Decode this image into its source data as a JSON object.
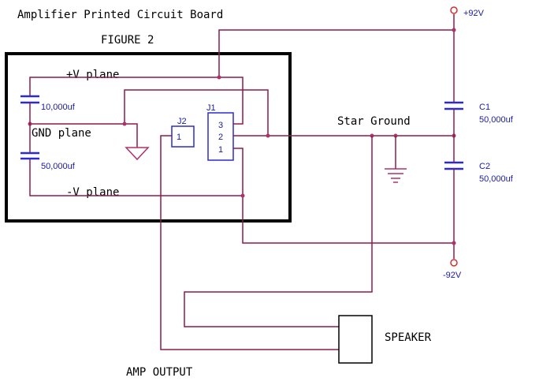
{
  "title": "Amplifier Printed Circuit Board",
  "figure": "FIGURE 2",
  "planes": {
    "pos": "+V plane",
    "gnd": "GND plane",
    "neg": "-V plane"
  },
  "board_caps": {
    "top_value": "10,000uf",
    "bottom_value": "50,000uf"
  },
  "connectors": {
    "j2": {
      "ref": "J2",
      "pins": [
        "1"
      ]
    },
    "j1": {
      "ref": "J1",
      "pins": [
        "3",
        "2",
        "1"
      ]
    }
  },
  "star_ground": "Star Ground",
  "supply": {
    "pos_label": "+92V",
    "neg_label": "-92V",
    "c1": {
      "ref": "C1",
      "value": "50,000uf"
    },
    "c2": {
      "ref": "C2",
      "value": "50,000uf"
    }
  },
  "speaker": "SPEAKER",
  "amp_output": "AMP OUTPUT",
  "colors": {
    "wire": "#8e1a4a",
    "component": "#2b2bd0",
    "board_outline": "#000000"
  }
}
